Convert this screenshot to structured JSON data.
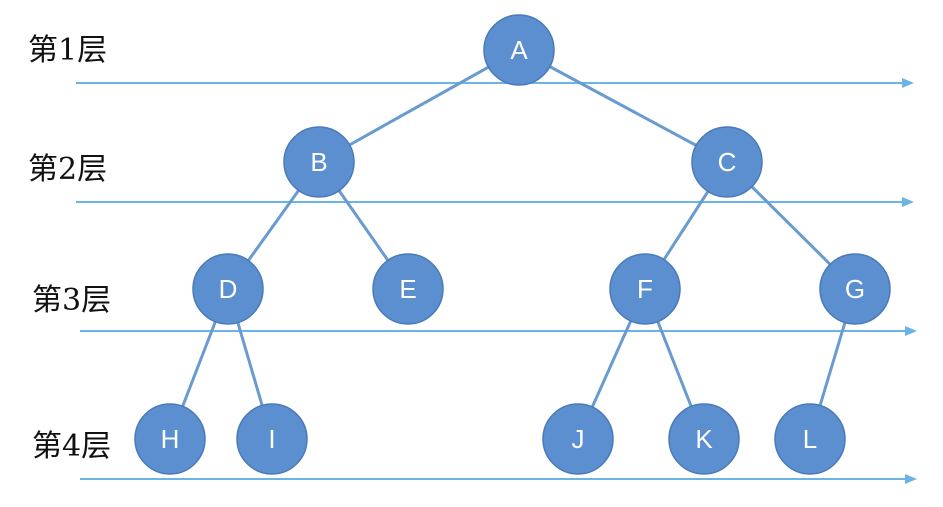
{
  "colors": {
    "node_fill": "#5b8fcf",
    "node_stroke": "#4a7ab8",
    "edge": "#6a9bd0",
    "level_line": "#6db4e6",
    "label_text": "#111111",
    "node_text": "#ffffff"
  },
  "levels": [
    {
      "label": "第1层"
    },
    {
      "label": "第2层"
    },
    {
      "label": "第3层"
    },
    {
      "label": "第4层"
    }
  ],
  "nodes": [
    {
      "id": "A",
      "label": "A",
      "level": 1
    },
    {
      "id": "B",
      "label": "B",
      "level": 2
    },
    {
      "id": "C",
      "label": "C",
      "level": 2
    },
    {
      "id": "D",
      "label": "D",
      "level": 3
    },
    {
      "id": "E",
      "label": "E",
      "level": 3
    },
    {
      "id": "F",
      "label": "F",
      "level": 3
    },
    {
      "id": "G",
      "label": "G",
      "level": 3
    },
    {
      "id": "H",
      "label": "H",
      "level": 4
    },
    {
      "id": "I",
      "label": "I",
      "level": 4
    },
    {
      "id": "J",
      "label": "J",
      "level": 4
    },
    {
      "id": "K",
      "label": "K",
      "level": 4
    },
    {
      "id": "L",
      "label": "L",
      "level": 4
    }
  ],
  "edges": [
    {
      "from": "A",
      "to": "B"
    },
    {
      "from": "A",
      "to": "C"
    },
    {
      "from": "B",
      "to": "D"
    },
    {
      "from": "B",
      "to": "E"
    },
    {
      "from": "C",
      "to": "F"
    },
    {
      "from": "C",
      "to": "G"
    },
    {
      "from": "D",
      "to": "H"
    },
    {
      "from": "D",
      "to": "I"
    },
    {
      "from": "F",
      "to": "J"
    },
    {
      "from": "F",
      "to": "K"
    },
    {
      "from": "G",
      "to": "L"
    }
  ]
}
